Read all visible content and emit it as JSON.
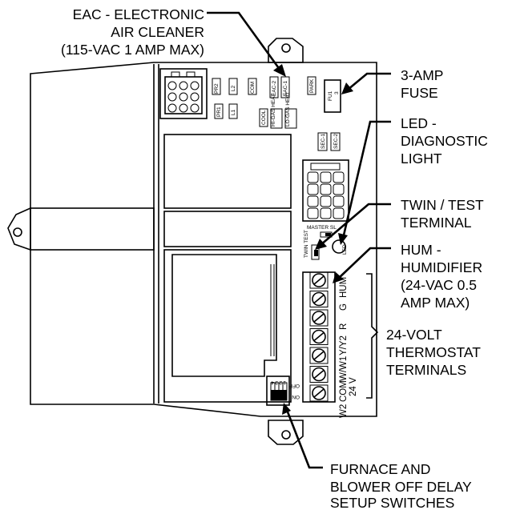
{
  "callouts": {
    "eac": [
      "EAC - ELECTRONIC",
      "AIR CLEANER",
      "(115-VAC 1 AMP MAX)"
    ],
    "fuse": [
      "3-AMP",
      "FUSE"
    ],
    "led": [
      "LED -",
      "DIAGNOSTIC",
      "LIGHT"
    ],
    "twin": [
      "TWIN / TEST",
      "TERMINAL"
    ],
    "hum": [
      "HUM -",
      "HUMIDIFIER",
      "(24-VAC 0.5",
      "AMP MAX)"
    ],
    "thermostat": [
      "24-VOLT",
      "THERMOSTAT",
      "TERMINALS"
    ],
    "switches": [
      "FURNACE AND",
      "BLOWER OFF DELAY",
      "SETUP SWITCHES"
    ]
  },
  "board_labels": {
    "prs": "PR2",
    "l2": "L2",
    "com": "COM",
    "eac2": "EAC-2",
    "eac1": "EAC-1",
    "park": "PARK",
    "pr1": "PR1",
    "l1": "L1",
    "cool": "COOL",
    "hiheat": "HI-GAS HEAT",
    "loheat": "LO-GAS HEAT",
    "fu1": "FU1",
    "fu1_val": "3",
    "sec1": "SEC-1",
    "sec2": "SEC-2",
    "master": "MASTER SL",
    "led": "LED",
    "twin": "TWIN TEST",
    "off": "OFF",
    "on": "ON",
    "dip_nums": [
      "1",
      "2",
      "3",
      "4"
    ]
  },
  "terminals": [
    "HUM",
    "G",
    "R",
    "Y/Y2",
    "W/W1",
    "COM",
    "W2"
  ],
  "terminal_sub": "24 V"
}
